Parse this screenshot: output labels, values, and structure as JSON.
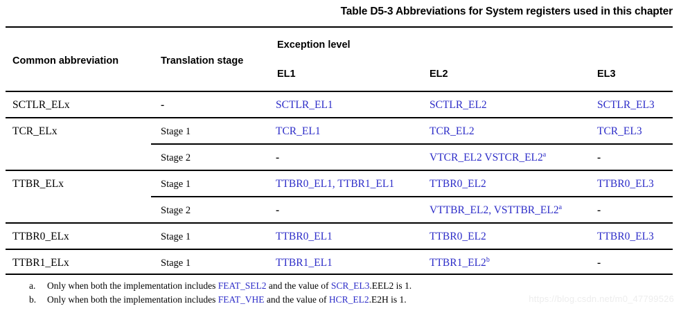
{
  "caption": "Table D5-3 Abbreviations for System registers used in this chapter",
  "header": {
    "col_common": "Common abbreviation",
    "col_stage": "Translation stage",
    "group_exception_level": "Exception level",
    "col_el1": "EL1",
    "col_el2": "EL2",
    "col_el3": "EL3"
  },
  "rows": [
    {
      "abbreviation": "SCTLR_ELx",
      "stage": "-",
      "el1": "SCTLR_EL1",
      "el2": "SCTLR_EL2",
      "el2_sup": "",
      "el3": "SCTLR_EL3"
    },
    {
      "abbreviation": "TCR_ELx",
      "stage": "Stage 1",
      "el1": "TCR_EL1",
      "el2": "TCR_EL2",
      "el2_sup": "",
      "el3": "TCR_EL3"
    },
    {
      "abbreviation": "",
      "stage": "Stage 2",
      "el1": "-",
      "el2": "VTCR_EL2 VSTCR_EL2",
      "el2_sup": "a",
      "el3": "-"
    },
    {
      "abbreviation": "TTBR_ELx",
      "stage": "Stage 1",
      "el1": "TTBR0_EL1, TTBR1_EL1",
      "el2": "TTBR0_EL2",
      "el2_sup": "",
      "el3": "TTBR0_EL3"
    },
    {
      "abbreviation": "",
      "stage": "Stage 2",
      "el1": "-",
      "el2": "VTTBR_EL2, VSTTBR_EL2",
      "el2_sup": "a",
      "el3": "-"
    },
    {
      "abbreviation": "TTBR0_ELx",
      "stage": "Stage 1",
      "el1": "TTBR0_EL1",
      "el2": "TTBR0_EL2",
      "el2_sup": "",
      "el3": "TTBR0_EL3"
    },
    {
      "abbreviation": "TTBR1_ELx",
      "stage": "Stage 1",
      "el1": "TTBR1_EL1",
      "el2": "TTBR1_EL2",
      "el2_sup": "b",
      "el3": "-"
    }
  ],
  "footnotes": [
    {
      "marker": "a.",
      "part1": "Only when both the implementation includes ",
      "link1": "FEAT_SEL2",
      "part2": " and the value of ",
      "link2": "SCR_EL3",
      "part3": ".EEL2 is 1."
    },
    {
      "marker": "b.",
      "part1": "Only when both the implementation includes ",
      "link1": "FEAT_VHE",
      "part2": " and the value of ",
      "link2": "HCR_EL2",
      "part3": ".E2H is 1."
    }
  ],
  "watermark": "https://blog.csdn.net/m0_47799526",
  "colors": {
    "link_blue": "#2d2dc8",
    "text_black": "#000000",
    "rule_black": "#000000",
    "watermark_gray": "#ededed"
  }
}
